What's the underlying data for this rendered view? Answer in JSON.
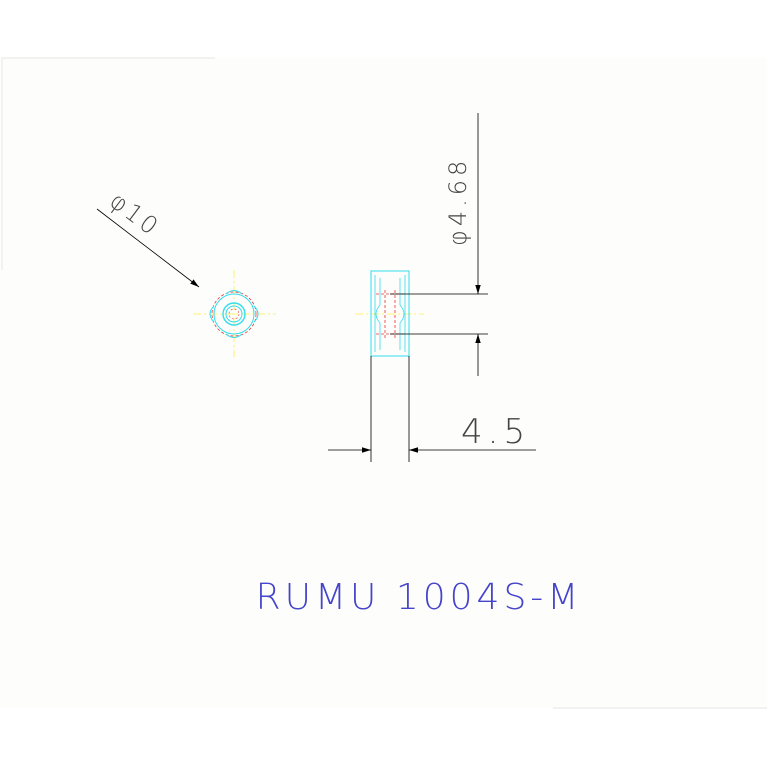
{
  "drawing": {
    "dimensions": {
      "outer_diameter": "φ10",
      "inner_diameter": "φ4.68",
      "width": "4.5"
    },
    "part_label": "RUMU 1004S-M",
    "colors": {
      "paper": "#fdfdfb",
      "dimension_line": "#000000",
      "dimension_text": "#444444",
      "outline": "#33ddee",
      "hidden_line": "#ee3333",
      "center_line": "#ffee44",
      "label": "#4444cc"
    }
  }
}
